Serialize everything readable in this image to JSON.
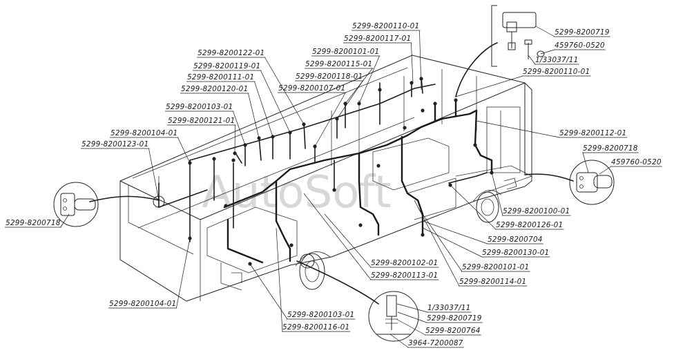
{
  "watermark": "AutoSoft",
  "labels": [
    "5299-8200110-01",
    "5299-8200117-01",
    "5299-8200101-01",
    "5299-8200115-01",
    "5299-8200118-01",
    "5299-8200107-01",
    "5299-8200122-01",
    "5299-8200119-01",
    "5299-8200111-01",
    "5299-8200120-01",
    "5299-8200103-01",
    "5299-8200121-01",
    "5299-8200104-01",
    "5299-8200123-01",
    "5299-8200718",
    "5299-8200719",
    "459760-0520",
    "1/33037/11",
    "5299-8200110-01",
    "5299-8200112-01",
    "5299-8200718",
    "459760-0520",
    "5299-8200100-01",
    "5299-8200126-01",
    "5299-8200704",
    "5299-8200130-01",
    "5299-8200101-01",
    "5299-8200114-01",
    "5299-8200102-01",
    "5299-8200113-01",
    "5299-8200104-01",
    "5299-8200103-01",
    "5299-8200116-01",
    "1/33037/11",
    "5299-8200719",
    "5299-8200764",
    "3964-7200087"
  ]
}
